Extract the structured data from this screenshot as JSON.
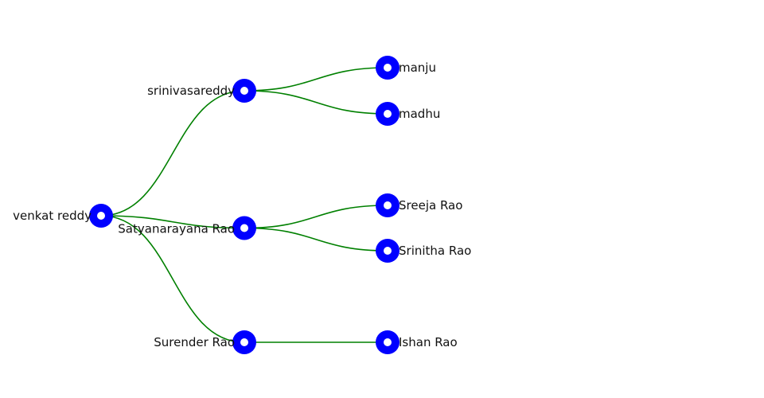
{
  "tree": {
    "name": "venkat reddy",
    "children": [
      {
        "name": "srinivasareddy",
        "children": [
          {
            "name": "manju"
          },
          {
            "name": "madhu"
          }
        ]
      },
      {
        "name": "Satyanarayana Rao",
        "children": [
          {
            "name": "Sreeja Rao"
          },
          {
            "name": "Srinitha Rao"
          }
        ]
      },
      {
        "name": "Surender Rao",
        "children": [
          {
            "name": "Ishan Rao"
          }
        ]
      }
    ]
  },
  "colors": {
    "node": "#0000ff",
    "node_center": "#ffffff",
    "link": "#008000"
  }
}
